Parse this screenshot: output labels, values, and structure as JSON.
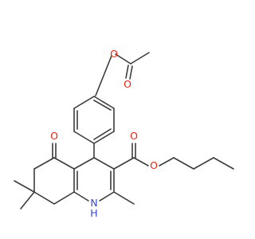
{
  "structure": {
    "atom_labels": {
      "ester_oxygen_top": "O",
      "carbonyl_oxygen_top": "O",
      "ketone_oxygen": "O",
      "ester_oxygen_carbonyl": "O",
      "ester_oxygen_alkoxy": "O",
      "amine_nitrogen": "N",
      "amine_hydrogen": "H"
    },
    "colors": {
      "bond": "#3c3c3c",
      "oxygen": "#e8240f",
      "nitrogen": "#3747c8",
      "background": "#ffffff"
    }
  }
}
